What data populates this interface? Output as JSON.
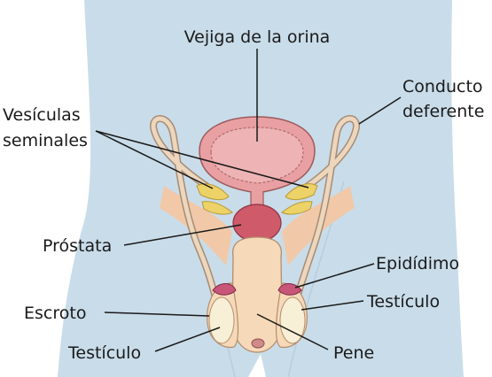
{
  "diagram": {
    "labels": {
      "bladder": "Vejiga de la orina",
      "vas_deferens_1": "Conducto",
      "vas_deferens_2": "deferente",
      "seminal_1": "Vesículas",
      "seminal_2": "seminales",
      "prostate": "Próstata",
      "epididymis": "Epidídimo",
      "testicle_right": "Testículo",
      "scrotum": "Escroto",
      "testicle_left": "Testículo",
      "penis": "Pene"
    },
    "colors": {
      "body_background": "#c9dce9",
      "bladder": "#e8a0a3",
      "prostate": "#cf5a6a",
      "penis_scrotum": "#f6d9b8",
      "testicle": "#f7efd6",
      "seminal_vesicles": "#ecd267",
      "vas_deferens": "#ecd7bd",
      "epididymis": "#c85678"
    }
  }
}
